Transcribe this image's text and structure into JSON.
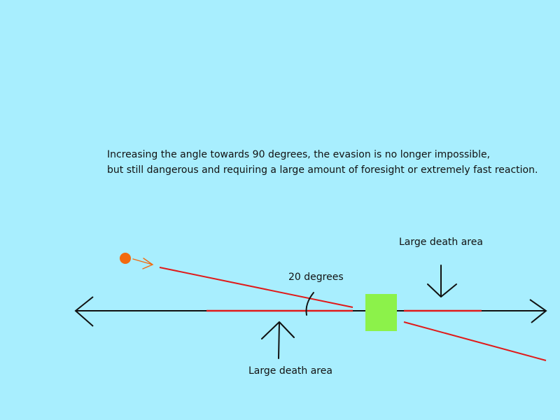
{
  "caption": {
    "line1": "Increasing the angle towards 90 degrees, the evasion is no longer impossible,",
    "line2": "but still dangerous and requiring a large amount of foresight or extremely fast reaction."
  },
  "labels": {
    "death_area_top": "Large death area",
    "angle": "20 degrees",
    "death_area_bottom": "Large death area"
  },
  "colors": {
    "background": "#a8eefe",
    "axis": "#111111",
    "danger_line": "#e01a1a",
    "projectile": "#f26a0f",
    "target": "#8cf24a"
  },
  "icons": {
    "projectile": "orange-circle",
    "target": "green-square",
    "pointer": "hand-drawn-arrow"
  }
}
